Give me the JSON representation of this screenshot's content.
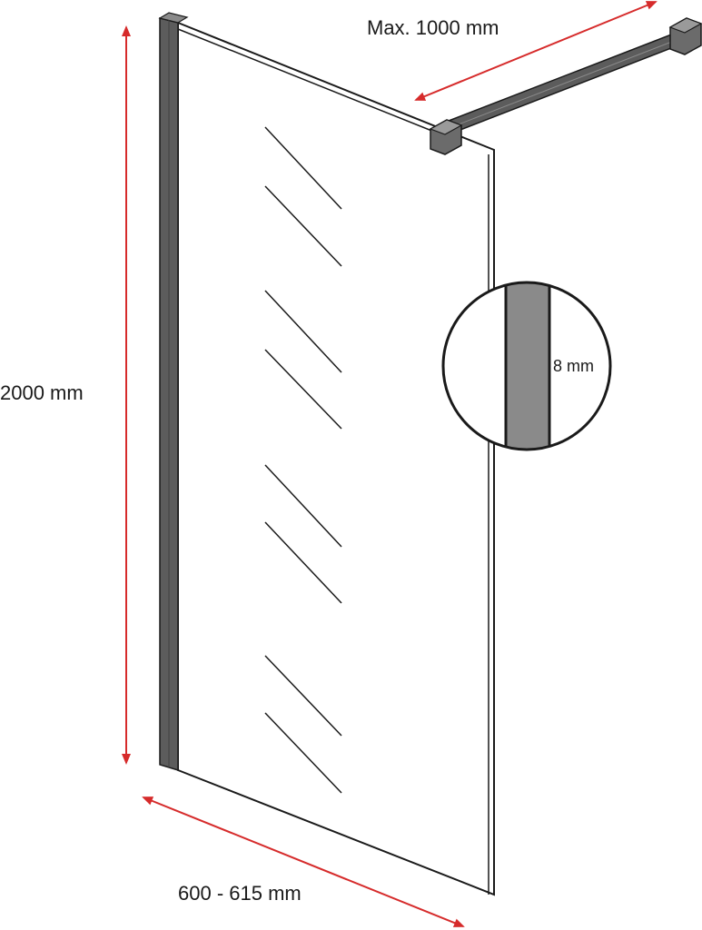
{
  "labels": {
    "height": "2000 mm",
    "width": "600 - 615 mm",
    "arm_length": "Max. 1000 mm",
    "glass_thickness": "8 mm"
  },
  "colors": {
    "dimension_arrow": "#d62b2b",
    "frame_profile": "#6b6b6b",
    "outline": "#1a1a1a",
    "background": "#ffffff"
  }
}
